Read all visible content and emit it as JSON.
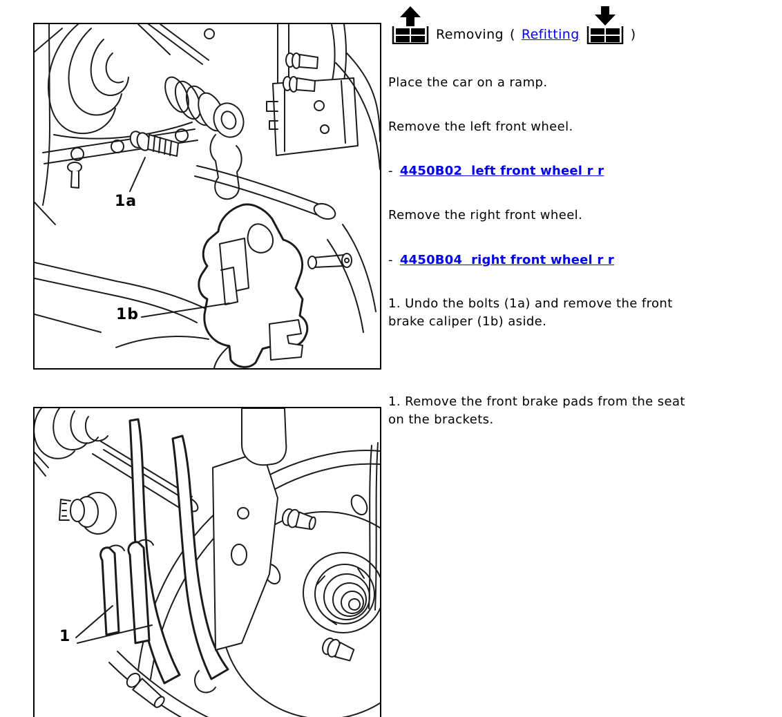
{
  "header": {
    "removing_label": "Removing",
    "open_paren": "(",
    "refitting_label": "Refitting",
    "close_paren": ")"
  },
  "steps": {
    "p1": "Place the car on a ramp.",
    "p2": "Remove the left front wheel.",
    "link1_dash": "-",
    "link1": "4450B02  left front wheel r r",
    "p3": "Remove the right front wheel.",
    "link2_dash": "-",
    "link2": "4450B04  right front wheel r r",
    "p4": "1. Undo the bolts (1a) and remove the front\nbrake caliper (1b) aside.",
    "p5": "1. Remove the front brake pads from the seat\non the brackets."
  },
  "figure1": {
    "label_1a": "1a",
    "label_1b": "1b"
  },
  "figure2": {
    "label_1": "1"
  },
  "colors": {
    "link_blue": "#0000ee",
    "text": "#000000",
    "line": "#1b1b1b"
  }
}
